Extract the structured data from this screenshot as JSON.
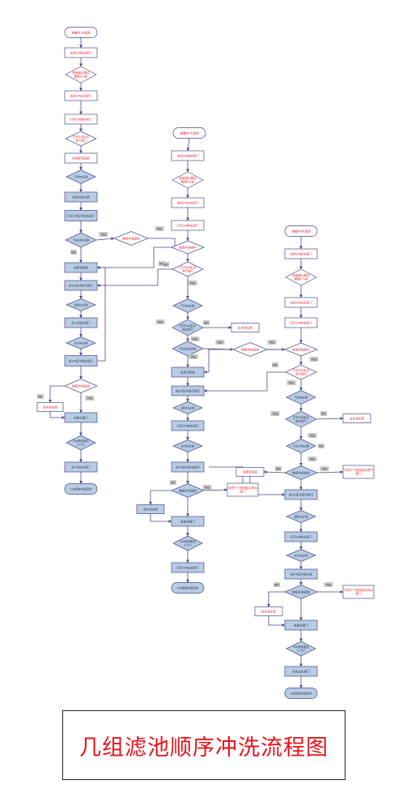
{
  "diagram": {
    "title": "几组滤池顺序冲洗流程图",
    "colors": {
      "red_text": "#e8141c",
      "blue_fill": "#b8cce4",
      "edge": "#4a4a8c",
      "yes_no_fill": "#c9c9c9"
    },
    "nodes": [
      {
        "id": "a1",
        "shape": "terminal",
        "style": "white",
        "text": "准备冲1#滤池"
      },
      {
        "id": "a2",
        "shape": "rect",
        "style": "white",
        "text": "关闭1#进水阀门"
      },
      {
        "id": "a3",
        "shape": "diamond",
        "style": "white",
        "text": "滤池液位是否降到0.5米"
      },
      {
        "id": "a4",
        "shape": "rect",
        "style": "white",
        "text": "关闭1#出水阀门"
      },
      {
        "id": "a5",
        "shape": "rect",
        "style": "white",
        "text": "打开1#排水阀门"
      },
      {
        "id": "a6",
        "shape": "diamond",
        "style": "white",
        "text": "打开1#反冲洗气阀门"
      },
      {
        "id": "a7",
        "shape": "rect",
        "style": "white",
        "text": "开启罗茨风机"
      },
      {
        "id": "a8",
        "shape": "diamond",
        "style": "blue",
        "text": "气冲6分钟"
      },
      {
        "id": "a9",
        "shape": "rect",
        "style": "blue",
        "text": "开启冲洗水泵"
      },
      {
        "id": "a10",
        "shape": "rect",
        "style": "blue",
        "text": "打开1#反冲洗水阀门"
      },
      {
        "id": "a11",
        "shape": "diamond",
        "style": "blue",
        "text": "气水冲6分钟"
      },
      {
        "id": "a12",
        "shape": "rect",
        "style": "blue",
        "text": "关罗茨风机"
      },
      {
        "id": "a13",
        "shape": "rect",
        "style": "blue",
        "text": "关1#反冲洗气阀门"
      },
      {
        "id": "a14",
        "shape": "diamond",
        "style": "blue",
        "text": "延时3分钟"
      },
      {
        "id": "a15",
        "shape": "rect",
        "style": "blue",
        "text": "开1#进水阀门"
      },
      {
        "id": "a16",
        "shape": "diamond",
        "style": "blue",
        "text": "水冲6分钟"
      },
      {
        "id": "a17",
        "shape": "rect",
        "style": "blue",
        "text": "关1#反冲洗水阀门"
      },
      {
        "id": "a18",
        "shape": "diamond",
        "style": "white",
        "text": "继续冲洗滤池"
      },
      {
        "id": "a19",
        "shape": "rect",
        "style": "white",
        "text": "关冲洗水泵"
      },
      {
        "id": "a20",
        "shape": "rect",
        "style": "blue",
        "text": "关排水阀门"
      },
      {
        "id": "a21",
        "shape": "diamond",
        "style": "blue",
        "text": "1#滤池液位0.7m"
      },
      {
        "id": "a22",
        "shape": "rect",
        "style": "blue",
        "text": "开1#出水阀门"
      },
      {
        "id": "a23",
        "shape": "terminal",
        "style": "blue",
        "text": "1#滤池冲洗完毕"
      },
      {
        "id": "b1",
        "shape": "terminal",
        "style": "white",
        "text": "准备冲2#滤池"
      },
      {
        "id": "b2",
        "shape": "rect",
        "style": "white",
        "text": "关闭2#进水阀门"
      },
      {
        "id": "b3",
        "shape": "diamond",
        "style": "white",
        "text": "滤池液位是否降到0.5米"
      },
      {
        "id": "b4",
        "shape": "rect",
        "style": "white",
        "text": "关闭2#出水阀门"
      },
      {
        "id": "b5",
        "shape": "rect",
        "style": "white",
        "text": "打开2#排水阀门"
      },
      {
        "id": "b6",
        "shape": "diamond",
        "style": "white",
        "text": "检测冲洗条件"
      },
      {
        "id": "b6b",
        "shape": "diamond",
        "style": "white",
        "text": "继续冲洗滤池"
      },
      {
        "id": "b7",
        "shape": "diamond",
        "style": "white",
        "text": "打开2#反冲洗气阀门"
      },
      {
        "id": "b8",
        "shape": "diamond",
        "style": "blue",
        "text": "气冲6分钟"
      },
      {
        "id": "b9",
        "shape": "diamond",
        "style": "blue",
        "text": "打开2#反冲洗水阀门"
      },
      {
        "id": "b9r",
        "shape": "rect",
        "style": "white",
        "text": "关冲洗水泵"
      },
      {
        "id": "b10",
        "shape": "diamond",
        "style": "blue",
        "text": "气水冲6分钟"
      },
      {
        "id": "b10b",
        "shape": "diamond",
        "style": "white",
        "text": "继续冲洗滤池"
      },
      {
        "id": "b11",
        "shape": "rect",
        "style": "blue",
        "text": "关罗茨风机"
      },
      {
        "id": "b12",
        "shape": "rect",
        "style": "blue",
        "text": "关2#反冲洗气阀门"
      },
      {
        "id": "b13",
        "shape": "diamond",
        "style": "blue",
        "text": "延时3分钟"
      },
      {
        "id": "b14",
        "shape": "rect",
        "style": "blue",
        "text": "打开2#进水阀门"
      },
      {
        "id": "b15",
        "shape": "diamond",
        "style": "blue",
        "text": "水冲6分钟"
      },
      {
        "id": "b16",
        "shape": "rect",
        "style": "blue",
        "text": "关2#反冲洗水阀门"
      },
      {
        "id": "b17",
        "shape": "diamond",
        "style": "blue",
        "text": "继续冲洗滤池"
      },
      {
        "id": "b17r",
        "shape": "rect",
        "style": "white",
        "text": "冲洗下个滤池反冲洗水阀门"
      },
      {
        "id": "b18",
        "shape": "rect",
        "style": "blue",
        "text": "关冲洗水泵"
      },
      {
        "id": "b19",
        "shape": "rect",
        "style": "blue",
        "text": "关排水阀门"
      },
      {
        "id": "b20",
        "shape": "diamond",
        "style": "blue",
        "text": "2#滤池液位0.7m"
      },
      {
        "id": "b21",
        "shape": "rect",
        "style": "blue",
        "text": "打开2#出水阀门"
      },
      {
        "id": "b22",
        "shape": "terminal",
        "style": "blue",
        "text": "2#滤池冲洗完毕"
      },
      {
        "id": "c1",
        "shape": "terminal",
        "style": "white",
        "text": "准备冲3#滤池"
      },
      {
        "id": "c2",
        "shape": "rect",
        "style": "white",
        "text": "关闭3#进水阀门"
      },
      {
        "id": "c3",
        "shape": "diamond",
        "style": "white",
        "text": "滤池液位是否降到0.5米"
      },
      {
        "id": "c4",
        "shape": "rect",
        "style": "white",
        "text": "关闭3#出水阀门"
      },
      {
        "id": "c5",
        "shape": "rect",
        "style": "white",
        "text": "打开3#排水阀门"
      },
      {
        "id": "c6",
        "shape": "diamond",
        "style": "white",
        "text": "检测冲洗条件"
      },
      {
        "id": "c7",
        "shape": "diamond",
        "style": "white",
        "text": "打开3#反冲洗气阀门"
      },
      {
        "id": "c8",
        "shape": "diamond",
        "style": "blue",
        "text": "气冲6分钟"
      },
      {
        "id": "c9",
        "shape": "diamond",
        "style": "blue",
        "text": "打开3#反冲洗水阀门"
      },
      {
        "id": "c9r",
        "shape": "rect",
        "style": "white",
        "text": "关冲洗水泵"
      },
      {
        "id": "c10",
        "shape": "diamond",
        "style": "blue",
        "text": "气水冲6分钟"
      },
      {
        "id": "c11",
        "shape": "diamond",
        "style": "blue",
        "text": "继续冲洗滤池"
      },
      {
        "id": "c11l",
        "shape": "rect",
        "style": "white",
        "text": "关罗茨风机"
      },
      {
        "id": "c11r",
        "shape": "rect",
        "style": "white",
        "text": "冲洗下个滤池反冲洗气阀门"
      },
      {
        "id": "c12",
        "shape": "rect",
        "style": "blue",
        "text": "关3#反冲洗气阀门"
      },
      {
        "id": "c13",
        "shape": "diamond",
        "style": "blue",
        "text": "延时3分钟"
      },
      {
        "id": "c14",
        "shape": "rect",
        "style": "blue",
        "text": "打开3#进水阀门"
      },
      {
        "id": "c15",
        "shape": "diamond",
        "style": "blue",
        "text": "水冲6分钟"
      },
      {
        "id": "c16",
        "shape": "rect",
        "style": "blue",
        "text": "关3#反冲洗水阀"
      },
      {
        "id": "c17",
        "shape": "diamond",
        "style": "blue",
        "text": "继续冲洗滤池"
      },
      {
        "id": "c17l",
        "shape": "rect",
        "style": "white",
        "text": "关冲洗水泵"
      },
      {
        "id": "c17r",
        "shape": "rect",
        "style": "white",
        "text": "冲洗下个滤池反冲洗水阀门"
      },
      {
        "id": "c18",
        "shape": "rect",
        "style": "blue",
        "text": "关排水阀门"
      },
      {
        "id": "c19",
        "shape": "diamond",
        "style": "blue",
        "text": "3#滤池液位0.7m"
      },
      {
        "id": "c20",
        "shape": "rect",
        "style": "blue",
        "text": "开启出水阀门"
      },
      {
        "id": "c21",
        "shape": "terminal",
        "style": "blue",
        "text": "3#滤池冲洗完毕"
      }
    ],
    "yes_no_labels": [
      {
        "id": "l1",
        "text": "NO"
      },
      {
        "id": "l2",
        "text": "YES"
      },
      {
        "id": "l3",
        "text": "NO"
      },
      {
        "id": "l4",
        "text": "YES"
      },
      {
        "id": "l5",
        "text": "YES"
      },
      {
        "id": "l6",
        "text": "NO"
      },
      {
        "id": "l7",
        "text": "NO"
      },
      {
        "id": "l8",
        "text": "YES"
      },
      {
        "id": "l9",
        "text": "YES"
      },
      {
        "id": "l10",
        "text": "YES"
      },
      {
        "id": "l11",
        "text": "YES"
      },
      {
        "id": "l12",
        "text": "NO"
      },
      {
        "id": "l13",
        "text": "YES"
      },
      {
        "id": "l14",
        "text": "YES"
      },
      {
        "id": "l15",
        "text": "NO"
      },
      {
        "id": "l16",
        "text": "YES"
      },
      {
        "id": "l17",
        "text": "YES"
      },
      {
        "id": "l18",
        "text": "YES"
      },
      {
        "id": "l19",
        "text": "NO"
      },
      {
        "id": "l20",
        "text": "YES"
      },
      {
        "id": "l21",
        "text": "NO"
      },
      {
        "id": "l22",
        "text": "YES"
      },
      {
        "id": "l23",
        "text": "NO"
      },
      {
        "id": "l24",
        "text": "YES"
      },
      {
        "id": "l25",
        "text": "NO"
      },
      {
        "id": "l26",
        "text": "YES"
      },
      {
        "id": "l27",
        "text": "NO"
      },
      {
        "id": "l28",
        "text": "YES"
      }
    ]
  }
}
